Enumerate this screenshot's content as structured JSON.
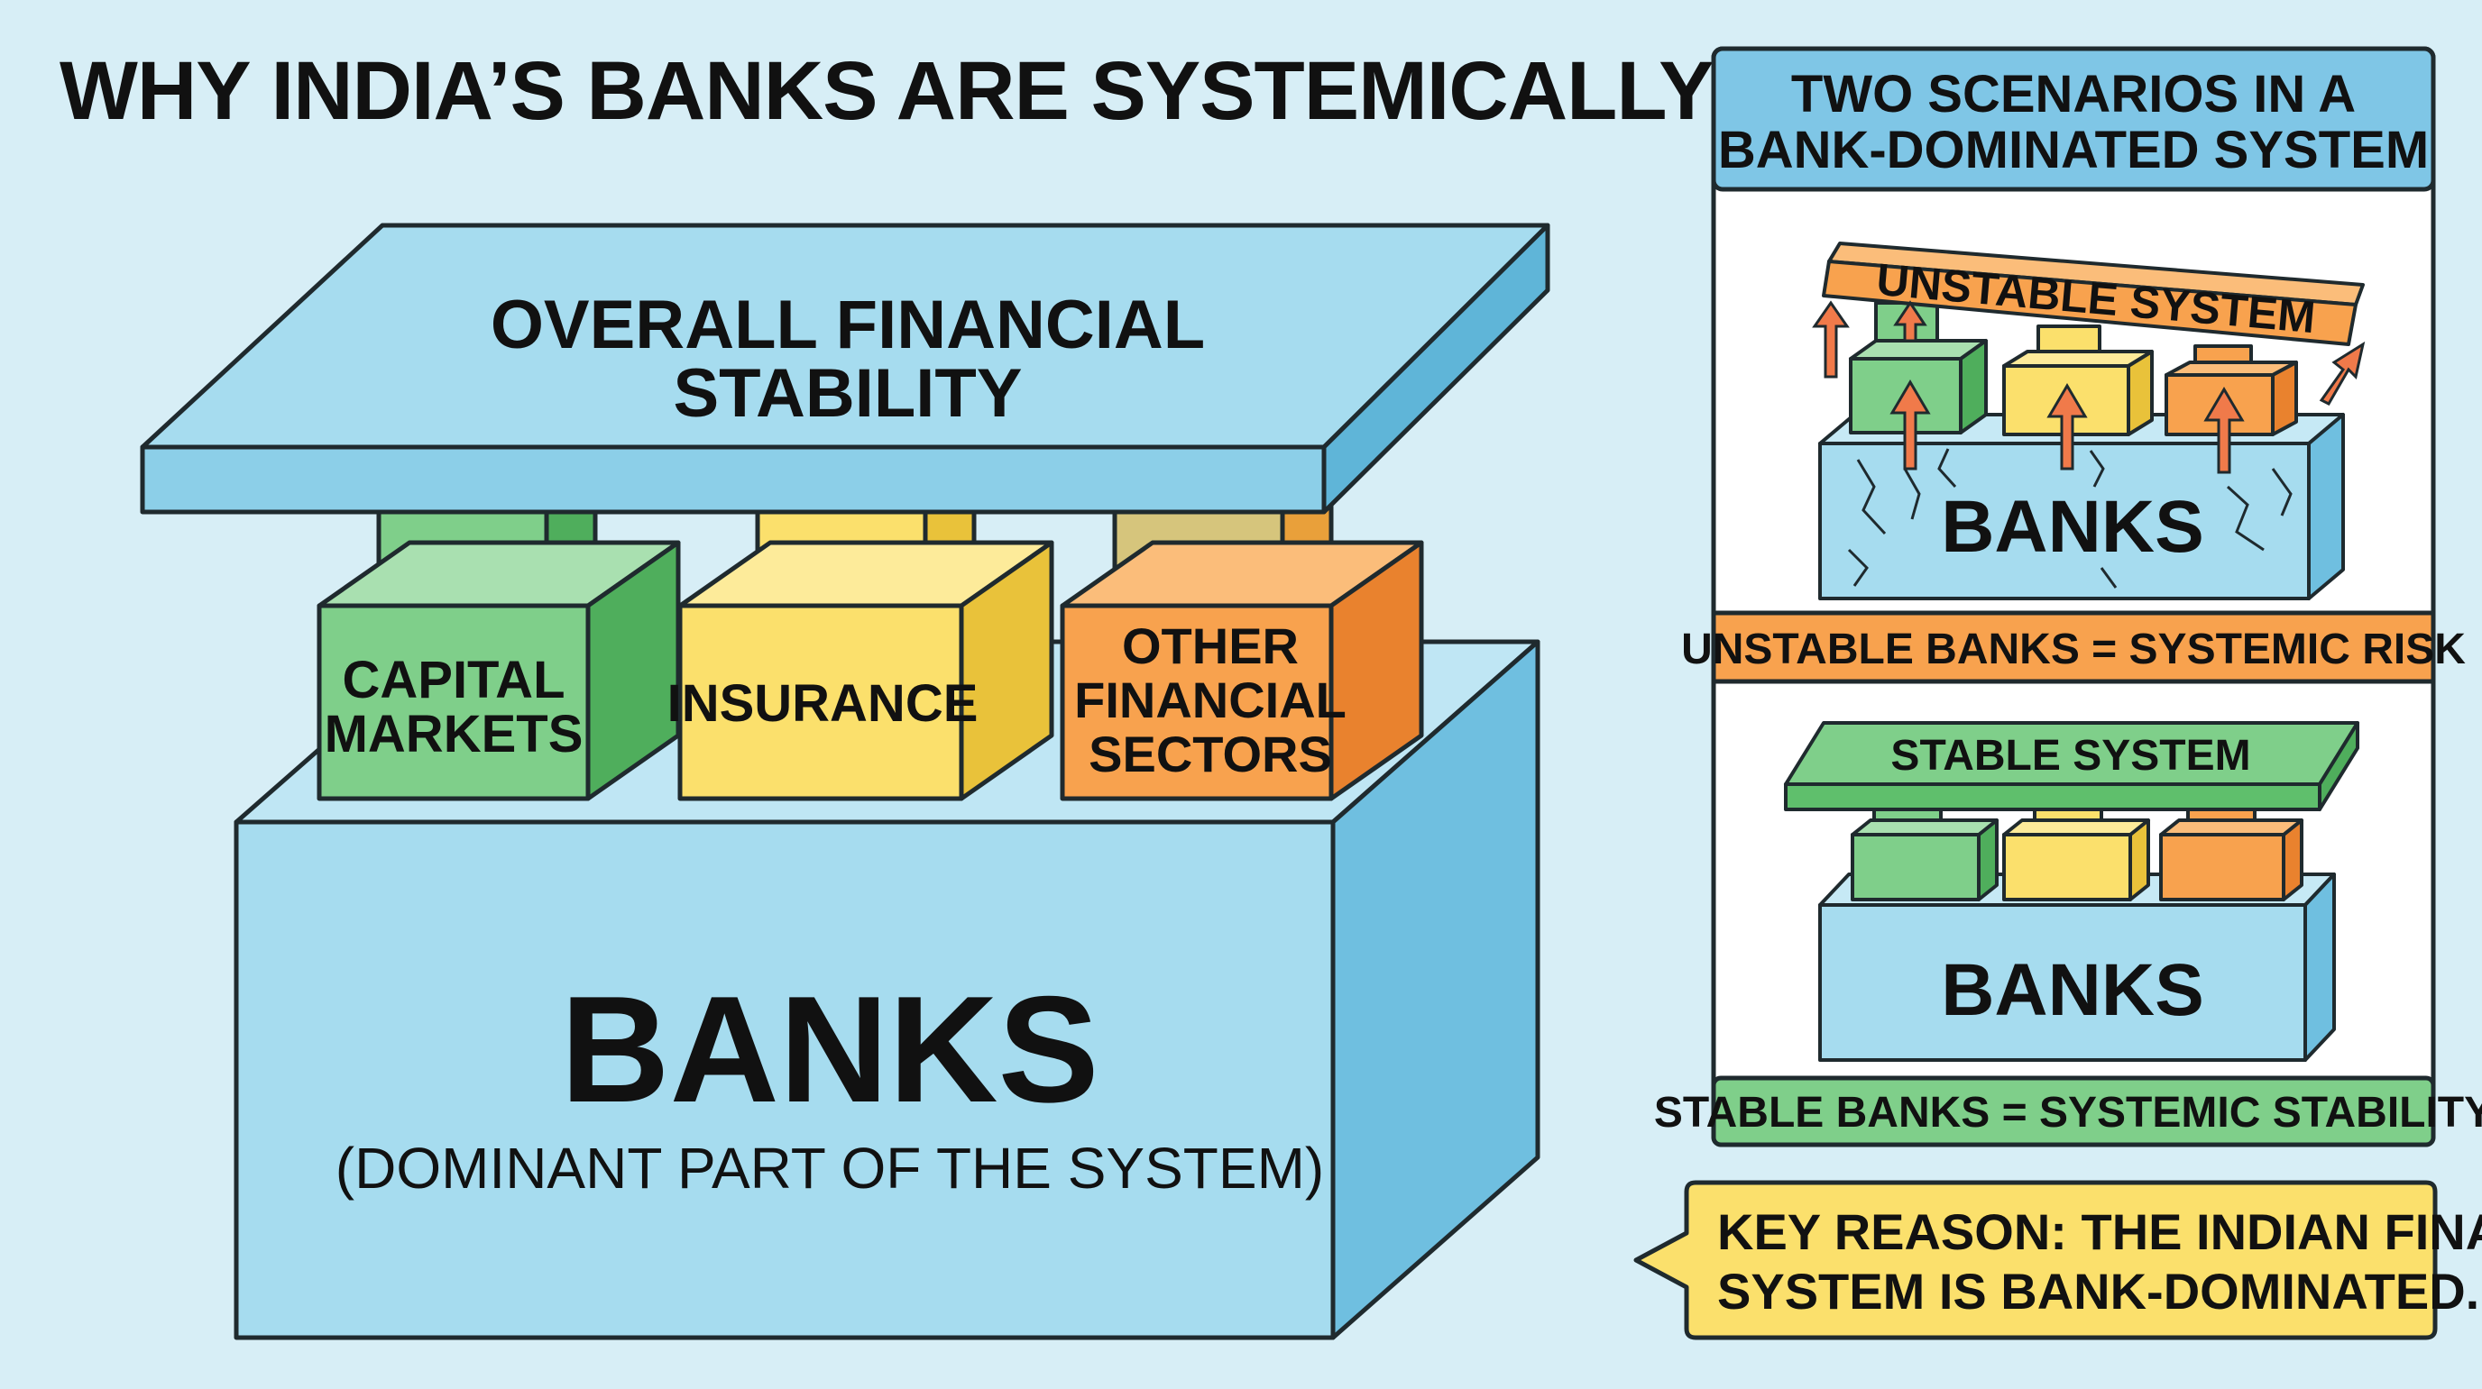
{
  "title": "WHY INDIA’S BANKS ARE SYSTEMICALLY CRITICAL",
  "main_diagram": {
    "roof_line1": "OVERALL FINANCIAL",
    "roof_line2": "STABILITY",
    "pillars": [
      {
        "line1": "CAPITAL",
        "line2": "MARKETS"
      },
      {
        "line1": "INSURANCE"
      },
      {
        "line1": "OTHER",
        "line2": "FINANCIAL",
        "line3": "SECTORS"
      }
    ],
    "base_label": "BANKS",
    "base_sublabel": "(DOMINANT PART OF THE SYSTEM)"
  },
  "scenarios": {
    "header_line1": "TWO SCENARIOS IN A",
    "header_line2": "BANK-DOMINATED SYSTEM",
    "unstable": {
      "roof_label": "UNSTABLE SYSTEM",
      "base_label": "BANKS",
      "caption": "UNSTABLE BANKS = SYSTEMIC RISK"
    },
    "stable": {
      "roof_label": "STABLE SYSTEM",
      "base_label": "BANKS",
      "caption": "STABLE BANKS = SYSTEMIC STABILITY"
    }
  },
  "key_reason": {
    "line1": "KEY REASON: THE INDIAN FINANCIAL",
    "line2": "SYSTEM IS BANK-DOMINATED."
  },
  "colors": {
    "background": "#d7eef6",
    "blue": "#a6dcef",
    "blue_dark": "#6fbfe0",
    "green": "#7fcf8a",
    "green_dark": "#4fae5c",
    "yellow": "#fbe06c",
    "yellow_dark": "#e9c23a",
    "orange": "#f8a24e",
    "orange_dark": "#e9822e",
    "arrow": "#f07a4a"
  }
}
